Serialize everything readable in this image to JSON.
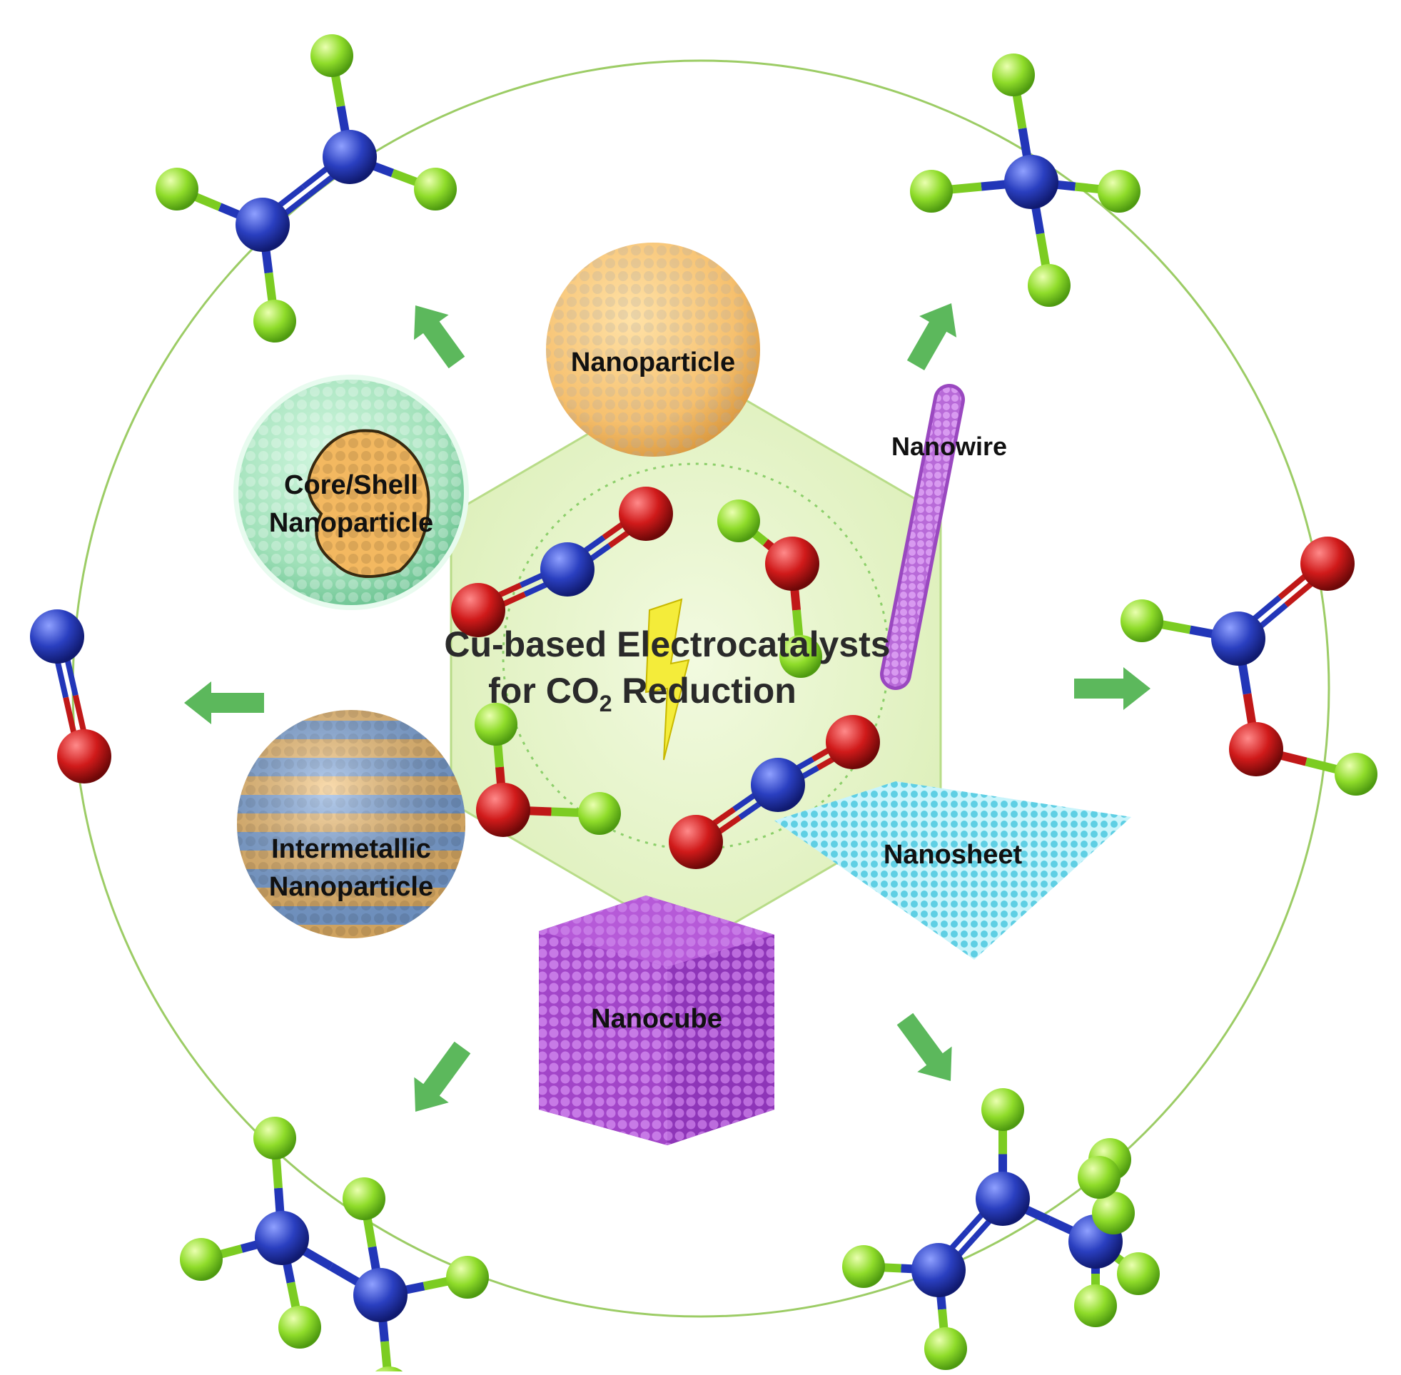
{
  "title": {
    "line1": "Cu-based Electrocatalysts",
    "line2_prefix": "for CO",
    "line2_subscript": "2",
    "line2_suffix": " Reduction"
  },
  "structures": {
    "nanoparticle": "Nanoparticle",
    "core_shell_line1": "Core/Shell",
    "core_shell_line2": "Nanoparticle",
    "nanowire": "Nanowire",
    "intermetallic_line1": "Intermetallic",
    "intermetallic_line2": "Nanoparticle",
    "nanosheet": "Nanosheet",
    "nanocube": "Nanocube"
  },
  "colors": {
    "carbon_atom": "#2a3fc0",
    "oxygen_atom": "#d01a1a",
    "hydrogen_atom": "#8fdc2a",
    "arrow": "#5cb85c",
    "outer_circle": "#9ccc65",
    "hexagon_fill": "#e3f3c4",
    "nanoparticle": "#f6c06e",
    "core_shell_outer": "#9fe0b8",
    "nanowire": "#b86ad8",
    "nanocube": "#a245c8",
    "nanosheet": "#8fe4f2",
    "intermetallic_stripe": "#7fa8e0",
    "lightning": "#f4ec3a"
  },
  "product_icons": [
    "ethylene-molecule-icon",
    "methane-molecule-icon",
    "formic-acid-molecule-icon",
    "ethanol-molecule-icon",
    "ethane-molecule-icon",
    "carbon-monoxide-molecule-icon"
  ]
}
